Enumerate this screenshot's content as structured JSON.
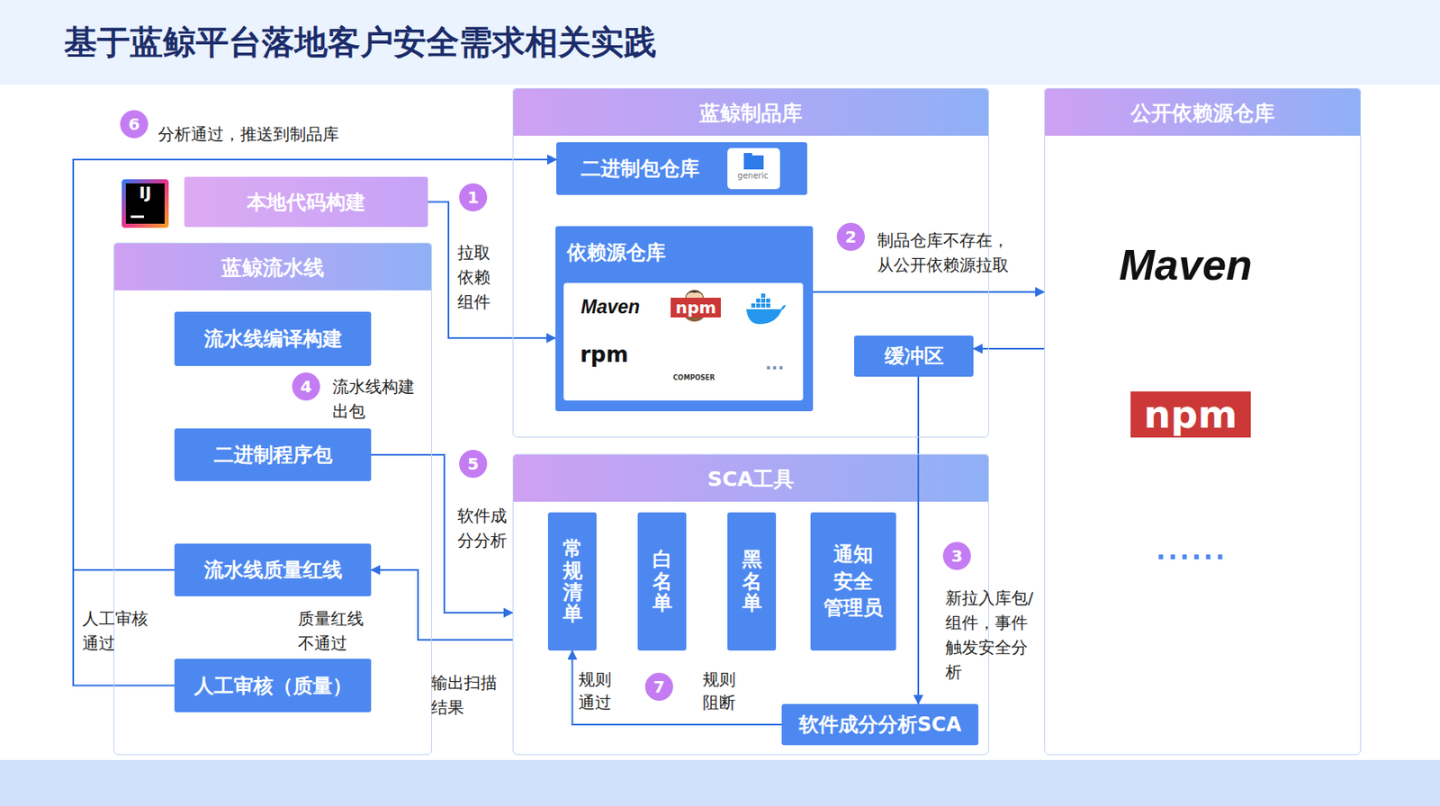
{
  "diagram": {
    "title": "基于蓝鲸平台落地客户安全需求相关实践",
    "nodes": [
      {
        "text": [
          "蓝鲸制品库"
        ]
      },
      {
        "text": [
          "二进制包仓库"
        ],
        "in": 0
      },
      {
        "text": [
          "依赖源仓库"
        ],
        "in": 0
      },
      {
        "text": [
          "缓冲区"
        ],
        "in": 0
      },
      {
        "text": [
          "公开依赖源仓库"
        ]
      },
      {
        "text": [
          "本地代码构建"
        ]
      },
      {
        "text": [
          "蓝鲸流水线"
        ]
      },
      {
        "text": [
          "流水线编译构建"
        ],
        "in": 6
      },
      {
        "text": [
          "二进制程序包"
        ],
        "in": 6
      },
      {
        "text": [
          "流水线质量红线"
        ],
        "in": 6
      },
      {
        "text": [
          "人工审核（质量）"
        ],
        "in": 6
      },
      {
        "text": [
          "SCA工具"
        ]
      },
      {
        "text": [
          "常规清单"
        ],
        "in": 11
      },
      {
        "text": [
          "白名单"
        ],
        "in": 11
      },
      {
        "text": [
          "黑名单"
        ],
        "in": 11
      },
      {
        "text": [
          "通知 安全 管理员"
        ],
        "in": 11
      },
      {
        "text": [
          "软件成分分析SCA"
        ],
        "in": 11
      }
    ],
    "edges": [
      {
        "from": 5,
        "to": 2,
        "arrow": "to",
        "label": "拉取 依赖 组件"
      },
      {
        "from": 2,
        "to": 4,
        "arrow": "to",
        "label": "制品仓库不存在， 从公开依赖源拉取"
      },
      {
        "from": 4,
        "to": 3,
        "arrow": "to"
      },
      {
        "from": 3,
        "to": 16,
        "arrow": "to",
        "label": "新拉入库包/ 组件，事件 触发安全分 析"
      },
      {
        "from": 8,
        "to": 11,
        "arrow": "to",
        "label": "软件成 分分析"
      },
      {
        "from": 11,
        "to": 9,
        "arrow": "to",
        "label": "输出扫描 结果"
      },
      {
        "from": 9,
        "to": 1,
        "arrow": "to",
        "label": "分析通过，推送到制品库"
      },
      {
        "from": 10,
        "to": 1,
        "arrow": "to",
        "label": "人工审核 通过"
      },
      {
        "from": 16,
        "to": 12,
        "arrow": "to",
        "label": "规则 通过"
      }
    ],
    "labels": [
      "1",
      "2",
      "3",
      "4",
      "5",
      "6",
      "7",
      "流水线构建 出包",
      "质量红线 不通过",
      "规则 阻断",
      "IJ",
      "generic",
      "Maven",
      "npm",
      "rpm",
      "COMPOSER",
      "...",
      "Maven",
      "npm",
      "......"
    ]
  }
}
